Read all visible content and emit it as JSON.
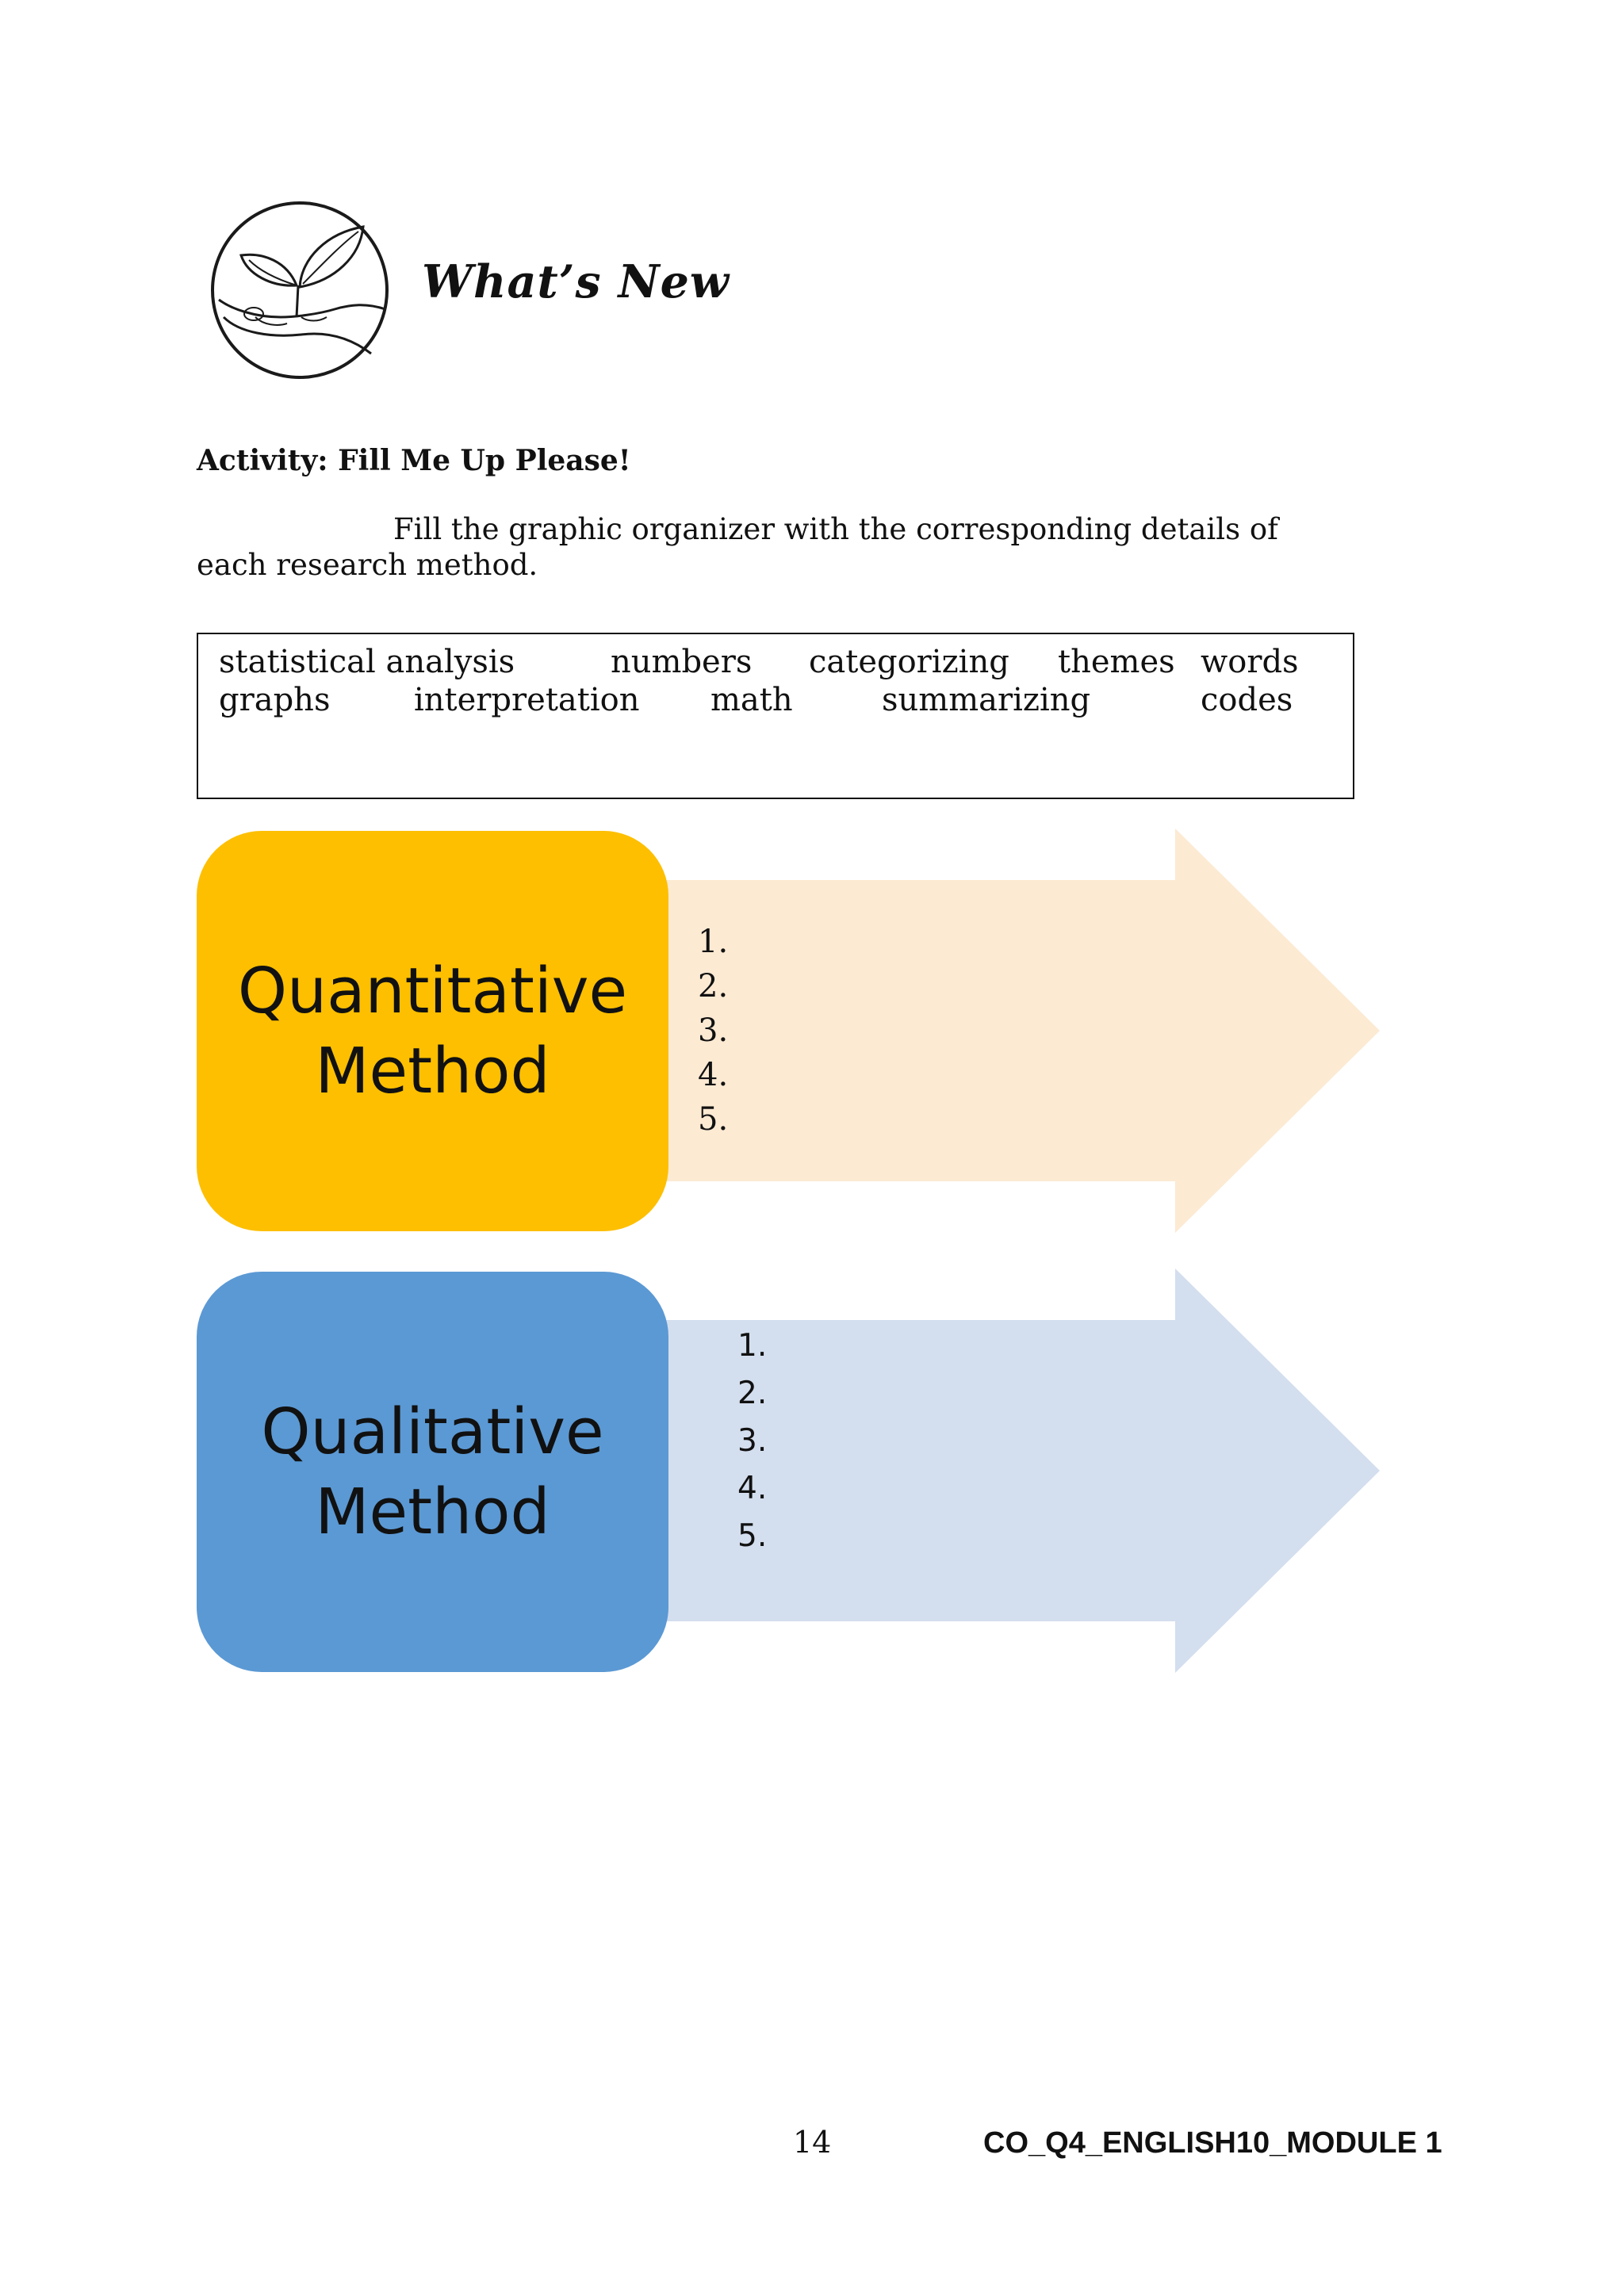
{
  "header": {
    "icon": "hands-holding-seedling-icon",
    "section_title": "What’s New"
  },
  "activity": {
    "title": "Activity: Fill Me Up Please!",
    "instructions": "Fill the graphic organizer with the corresponding details of each research method."
  },
  "word_bank": {
    "row1": [
      "statistical analysis",
      "numbers",
      "categorizing",
      "themes",
      "words"
    ],
    "row2": [
      "graphs",
      "interpretation",
      "math",
      "summarizing",
      "codes"
    ]
  },
  "organizer": {
    "quantitative": {
      "label_line1": "Quantitative",
      "label_line2": "Method",
      "items": [
        "1.",
        "2.",
        "3.",
        "4.",
        "5."
      ],
      "box_color": "#FDBF00",
      "arrow_color": "#FCEAD3"
    },
    "qualitative": {
      "label_line1": "Qualitative",
      "label_line2": "Method",
      "items": [
        "1.",
        "2.",
        "3.",
        "4.",
        "5."
      ],
      "box_color": "#5B99D4",
      "arrow_color": "#D3DEEE"
    }
  },
  "footer": {
    "page_number": "14",
    "module_code": "CO_Q4_ENGLISH10_MODULE 1"
  }
}
